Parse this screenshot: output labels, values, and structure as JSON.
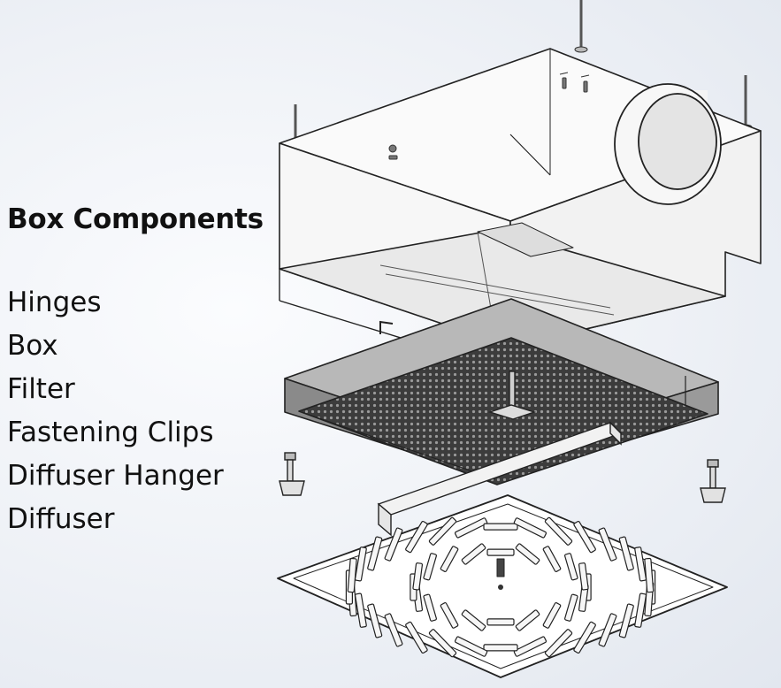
{
  "title": "Box Components",
  "components": [
    "Hinges",
    "Box",
    "Filter",
    "Fastening Clips",
    "Diffuser Hanger",
    "Diffuser"
  ],
  "colors": {
    "background": "#eef1f6",
    "text": "#111111",
    "line": "#222222",
    "filter_frame": "#8a8a8a",
    "filter_mesh": "#3a3a3a"
  }
}
